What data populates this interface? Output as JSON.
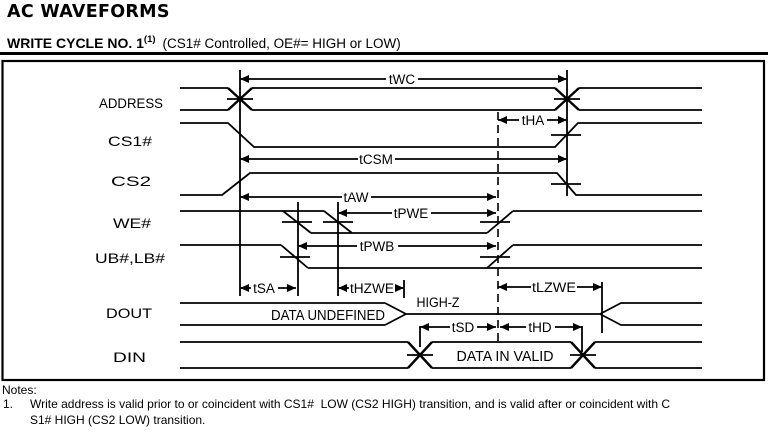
{
  "header": {
    "title": "AC WAVEFORMS",
    "cycle_title": "WRITE CYCLE NO. 1",
    "cycle_note_ref": "(1)",
    "cycle_conditions": "(CS1# Controlled, OE#= HIGH or LOW)"
  },
  "signals": {
    "address": "ADDRESS",
    "cs1": "CS1#",
    "cs2": "CS2",
    "we": "WE#",
    "ub_lb": "UB#,LB#",
    "dout": "DOUT",
    "din": "DIN"
  },
  "timings": {
    "twc": "tWC",
    "tha": "tHA",
    "tcsm": "tCSM",
    "taw": "tAW",
    "tpwe": "tPWE",
    "tpwb": "tPWB",
    "tsa": "tSA",
    "thzwe": "tHZWE",
    "tlzwe": "tLZWE",
    "tsd": "tSD",
    "thd": "tHD"
  },
  "annotations": {
    "high_z": "HIGH-Z",
    "data_undefined": "DATA UNDEFINED",
    "data_in_valid": "DATA IN VALID"
  },
  "notes": {
    "heading": "Notes:",
    "item_number": "1.",
    "line1": "Write address is valid prior to or coincident with CS1#  LOW (CS2 HIGH) transition, and is valid after or coincident with C",
    "line2": "S1# HIGH (CS2 LOW) transition."
  },
  "colors": {
    "ink": "#000000",
    "background": "#ffffff"
  }
}
